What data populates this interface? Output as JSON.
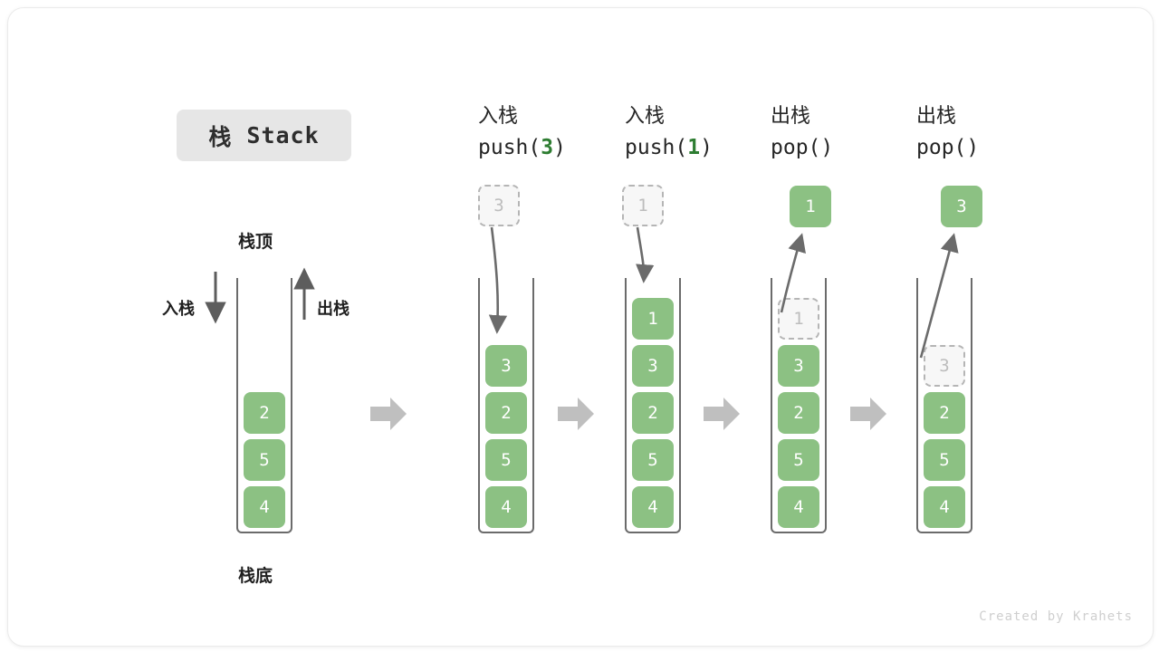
{
  "diagram": {
    "title_cjk": "栈",
    "title_en": "Stack",
    "label_top": "栈顶",
    "label_bottom": "栈底",
    "label_push_side": "入栈",
    "label_pop_side": "出栈",
    "watermark": "Created by Krahets",
    "accent_green": "#8CC183",
    "arg_green": "#2E7D32",
    "ghost_gray": "#BDBDBD",
    "arrow_gray": "#6B6B6B",
    "chevron_gray": "#BFBFBF"
  },
  "steps": [
    {
      "id": "initial",
      "op_cjk": "",
      "op_code": "",
      "op_arg": "",
      "cells": [
        "2",
        "5",
        "4"
      ],
      "ghost_index": -1
    },
    {
      "id": "push-3",
      "op_cjk": "入栈",
      "op_code_pre": "push(",
      "op_arg": "3",
      "op_code_post": ")",
      "incoming": "3",
      "cells": [
        "3",
        "2",
        "5",
        "4"
      ],
      "ghost_index": -1
    },
    {
      "id": "push-1",
      "op_cjk": "入栈",
      "op_code_pre": "push(",
      "op_arg": "1",
      "op_code_post": ")",
      "incoming": "1",
      "cells": [
        "1",
        "3",
        "2",
        "5",
        "4"
      ],
      "ghost_index": -1
    },
    {
      "id": "pop-1",
      "op_cjk": "出栈",
      "op_code_pre": "pop(",
      "op_arg": "",
      "op_code_post": ")",
      "outgoing": "1",
      "cells": [
        "1",
        "3",
        "2",
        "5",
        "4"
      ],
      "ghost_index": 0
    },
    {
      "id": "pop-3",
      "op_cjk": "出栈",
      "op_code_pre": "pop(",
      "op_arg": "",
      "op_code_post": ")",
      "outgoing": "3",
      "cells": [
        "3",
        "2",
        "5",
        "4"
      ],
      "ghost_index": 0
    }
  ],
  "icons": {
    "push_side_arrow": "arrow-down-icon",
    "pop_side_arrow": "arrow-up-icon",
    "step_chevron": "block-arrow-right-icon",
    "motion_arrow": "curved-arrow-icon"
  }
}
